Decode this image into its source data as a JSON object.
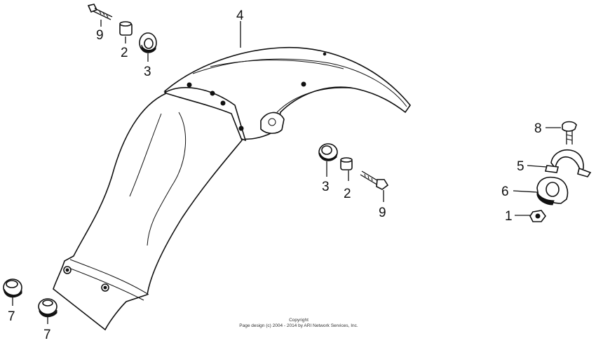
{
  "diagram": {
    "callouts": [
      {
        "id": "c9a",
        "label": "9"
      },
      {
        "id": "c2a",
        "label": "2"
      },
      {
        "id": "c3a",
        "label": "3"
      },
      {
        "id": "c4",
        "label": "4"
      },
      {
        "id": "c8",
        "label": "8"
      },
      {
        "id": "c5",
        "label": "5"
      },
      {
        "id": "c6",
        "label": "6"
      },
      {
        "id": "c1",
        "label": "1"
      },
      {
        "id": "c3b",
        "label": "3"
      },
      {
        "id": "c2b",
        "label": "2"
      },
      {
        "id": "c9b",
        "label": "9"
      },
      {
        "id": "c7a",
        "label": "7"
      },
      {
        "id": "c7b",
        "label": "7"
      }
    ],
    "copyright_line1": "Copyright",
    "copyright_line2": "Page design (c) 2004 - 2014 by ARI Network Services, Inc."
  }
}
